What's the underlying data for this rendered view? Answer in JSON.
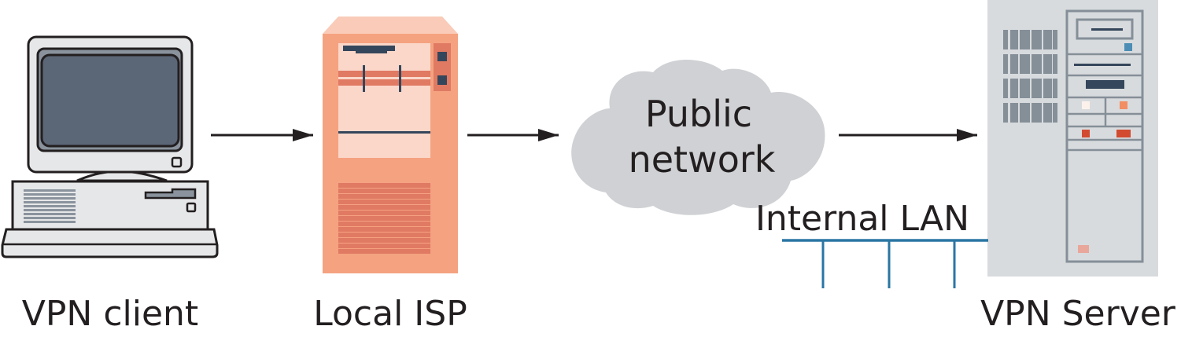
{
  "diagram": {
    "title": "VPN connection path",
    "nodes": [
      {
        "id": "vpn-client",
        "label": "VPN client",
        "icon": "desktop-computer-icon"
      },
      {
        "id": "local-isp",
        "label": "Local ISP",
        "icon": "tower-server-icon"
      },
      {
        "id": "public-network",
        "label_line1": "Public",
        "label_line2": "network",
        "icon": "cloud-icon"
      },
      {
        "id": "vpn-server",
        "label": "VPN Server",
        "icon": "rack-server-icon"
      }
    ],
    "lan": {
      "label": "Internal LAN",
      "drops": 3
    },
    "edges": [
      {
        "from": "vpn-client",
        "to": "local-isp"
      },
      {
        "from": "local-isp",
        "to": "public-network"
      },
      {
        "from": "public-network",
        "to": "vpn-server"
      }
    ],
    "colors": {
      "text": "#231f20",
      "client_body": "#e6e7e8",
      "client_screen": "#5b6677",
      "client_bezel": "#8a939d",
      "isp_body": "#f5a281",
      "isp_top": "#f9cbb8",
      "isp_panel": "#fbd7c9",
      "isp_accent": "#e07a63",
      "isp_dark": "#34465b",
      "cloud": "#cfd1d4",
      "server_body": "#d8dbde",
      "server_line": "#858f98",
      "lan": "#2a76a3"
    }
  }
}
